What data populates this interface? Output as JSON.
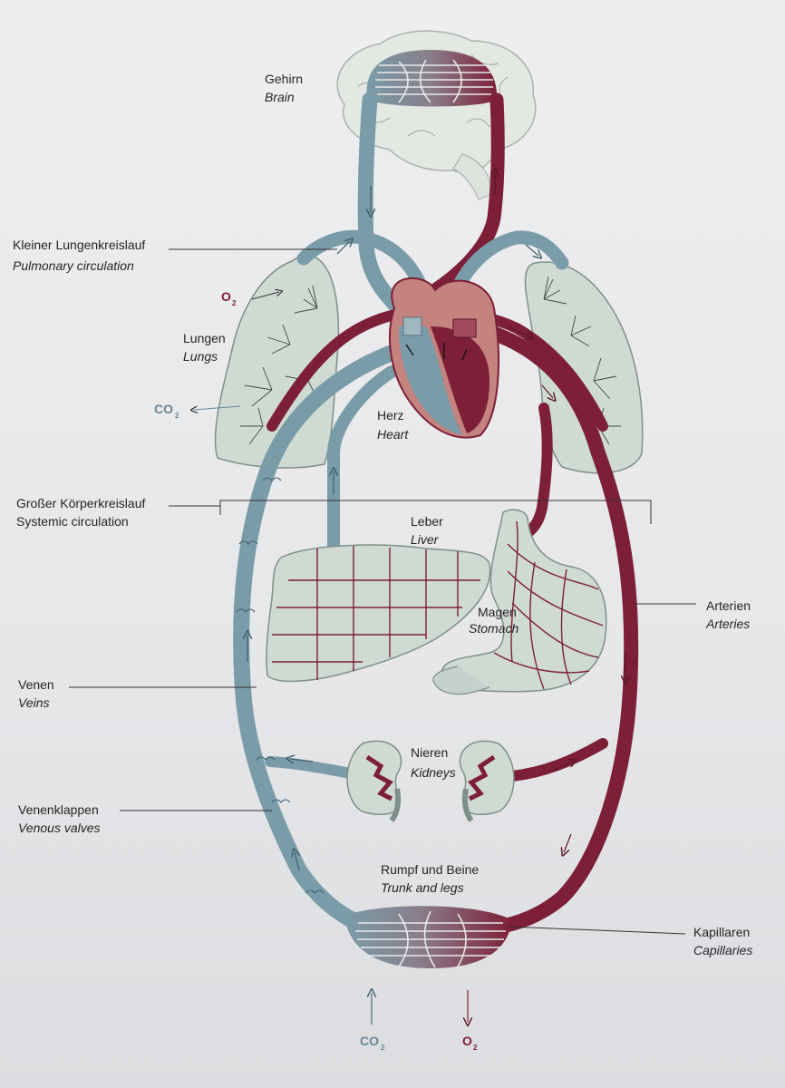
{
  "colors": {
    "venous": "#7a9ca8",
    "arterial": "#7d1f38",
    "organ_fill": "#cfdad3",
    "organ_stroke": "#7f8f8a",
    "label": "#2a2226"
  },
  "labels": {
    "brain": {
      "de": "Gehirn",
      "en": "Brain"
    },
    "pulmonary": {
      "de": "Kleiner Lungenkreislauf",
      "en": "Pulmonary circulation"
    },
    "lungs": {
      "de": "Lungen",
      "en": "Lungs"
    },
    "heart": {
      "de": "Herz",
      "en": "Heart"
    },
    "systemic": {
      "de": "Großer Körperkreislauf",
      "en": "Systemic circulation"
    },
    "liver": {
      "de": "Leber",
      "en": "Liver"
    },
    "stomach": {
      "de": "Magen",
      "en": "Stomach"
    },
    "arteries": {
      "de": "Arterien",
      "en": "Arteries"
    },
    "veins": {
      "de": "Venen",
      "en": "Veins"
    },
    "kidneys": {
      "de": "Nieren",
      "en": "Kidneys"
    },
    "valves": {
      "de": "Venenklappen",
      "en": "Venous valves"
    },
    "trunk": {
      "de": "Rumpf und Beine",
      "en": "Trunk and legs"
    },
    "capillaries": {
      "de": "Kapillaren",
      "en": "Capillaries"
    }
  },
  "gases": {
    "o2_lung": {
      "base": "O",
      "sub": "2"
    },
    "co2_lung": {
      "base": "CO",
      "sub": "2"
    },
    "co2_bottom": {
      "base": "CO",
      "sub": "2"
    },
    "o2_bottom": {
      "base": "O",
      "sub": "2"
    }
  }
}
